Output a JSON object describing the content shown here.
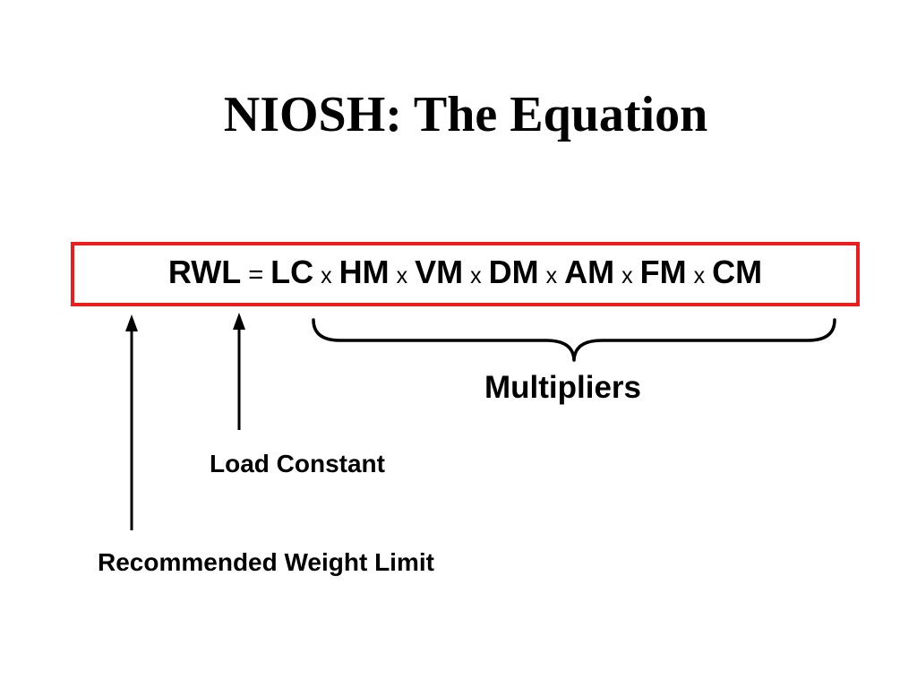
{
  "slide": {
    "title": "NIOSH: The Equation"
  },
  "equation": {
    "terms": [
      "RWL",
      "=",
      "LC",
      "x",
      "HM",
      "x",
      "VM",
      "x",
      "DM",
      "x",
      "AM",
      "x",
      "FM",
      "x",
      "CM"
    ],
    "box_color": "#ee1c1c"
  },
  "annotations": {
    "multipliers": "Multipliers",
    "load_constant": "Load Constant",
    "recommended_weight_limit": "Recommended Weight Limit"
  }
}
